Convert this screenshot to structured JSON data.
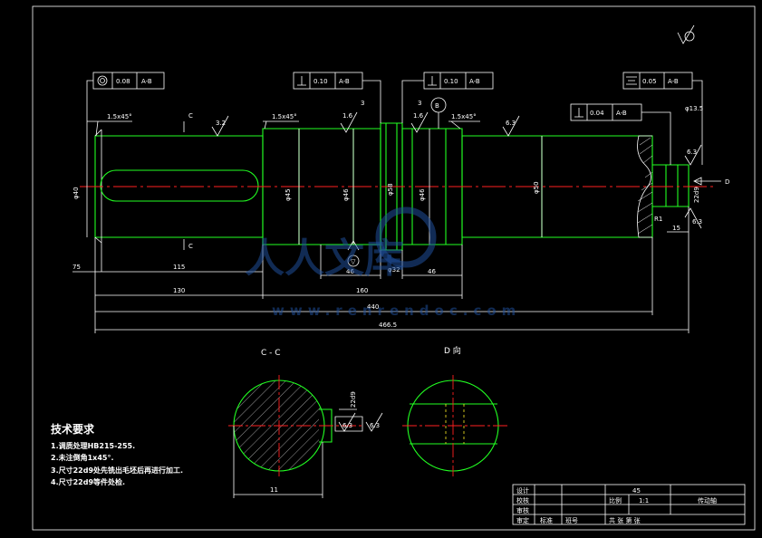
{
  "gdt": {
    "concentricity": {
      "value": "0.08",
      "datum": "A-B"
    },
    "perp_left": {
      "value": "0.10",
      "datum": "A-B"
    },
    "perp_right": {
      "value": "0.10",
      "datum": "A-B"
    },
    "symmetry": {
      "value": "0.05",
      "datum": "A-B"
    },
    "perp_keyway": {
      "value": "0.04",
      "datum": "A-B"
    }
  },
  "labels": {
    "section_c": "C",
    "datum_b": "B",
    "view_d": "D",
    "section_title": "C - C",
    "view_title": "D 向"
  },
  "chamfers": {
    "c1": "1.5x45°",
    "c2": "1.5x45°",
    "c3": "1.5x45°"
  },
  "roughness": {
    "r1": "3.2",
    "r2": "1.6",
    "r3": "1.6",
    "r4": "6.3",
    "r5": "6.3",
    "r6": "6.3",
    "r7": "6.3"
  },
  "dims": {
    "d_75": "75",
    "d_115": "115",
    "d_130": "130",
    "d_160": "160",
    "d_440": "440",
    "d_4665": "466.5",
    "d_46a": "46",
    "d_46b": "46",
    "d_3a": "3",
    "d_3b": "3",
    "d_r1": "R1",
    "d_15": "15",
    "d_phi135": "φ13.5",
    "d_phi50": "φ50",
    "d_phi58": "φ58",
    "d_phi32": "φ32",
    "d_phi40": "φ40",
    "d_phi45": "φ45",
    "d_phi46": "φ46",
    "d_phi46b": "φ46",
    "d_keyc": "22d9",
    "d_keycv": "11",
    "d_keyd": "22d9"
  },
  "tech_req": {
    "title": "技术要求",
    "items": [
      "1.调质处理HB215-255.",
      "2.未注倒角1x45°.",
      "3.尺寸22d9处先铣出毛坯后再进行加工.",
      "4.尺寸22d9等件处检."
    ]
  },
  "title_block": {
    "material": "45",
    "scale_label": "比例",
    "scale_value": "1:1",
    "part_name": "传动轴",
    "sheet_text": "共  张  第  张",
    "row1": "设计",
    "row2": "校核",
    "row3": "审核",
    "row4": "审定",
    "row5": "标准",
    "row6": "班号"
  },
  "watermark": {
    "brand": "人人文库",
    "url": "www.renrendoc.com"
  }
}
